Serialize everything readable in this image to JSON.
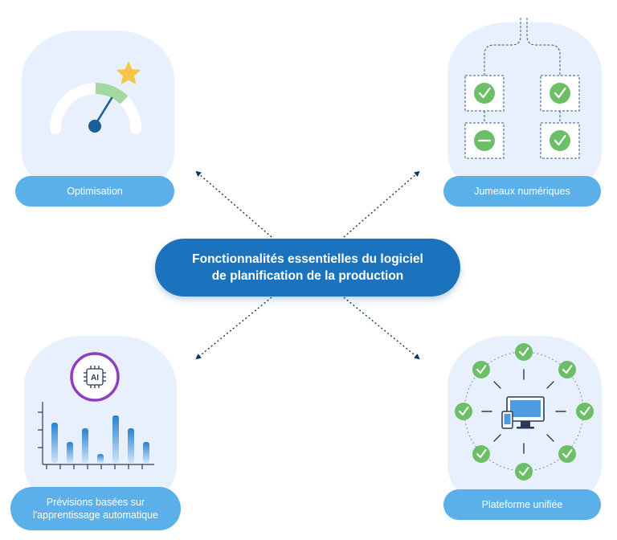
{
  "title": {
    "line1": "Fonctionnalités essentielles du logiciel",
    "line2": "de planification de la production"
  },
  "features": {
    "optimization": "Optimisation",
    "digital_twins": "Jumeaux numériques",
    "ml_forecast_line1": "Prévisions basées sur",
    "ml_forecast_line2": "l'apprentissage automatique",
    "unified_platform": "Plateforme unifiée"
  },
  "icons": {
    "optimization": "gauge-with-star-icon",
    "digital_twins": "checklist-tree-icon",
    "ml_forecast": "ai-chip-bar-chart-icon",
    "unified_platform": "monitor-network-icon",
    "ai_chip_label": "AI"
  },
  "colors": {
    "blob": "#e7f0fc",
    "pill": "#5bb0ea",
    "center": "#1b73bd",
    "check_green": "#6dbf67",
    "gauge_green": "#a3d9a0",
    "star": "#f7c646",
    "needle": "#1d5e99",
    "ai_ring": "#8d3fbf"
  }
}
